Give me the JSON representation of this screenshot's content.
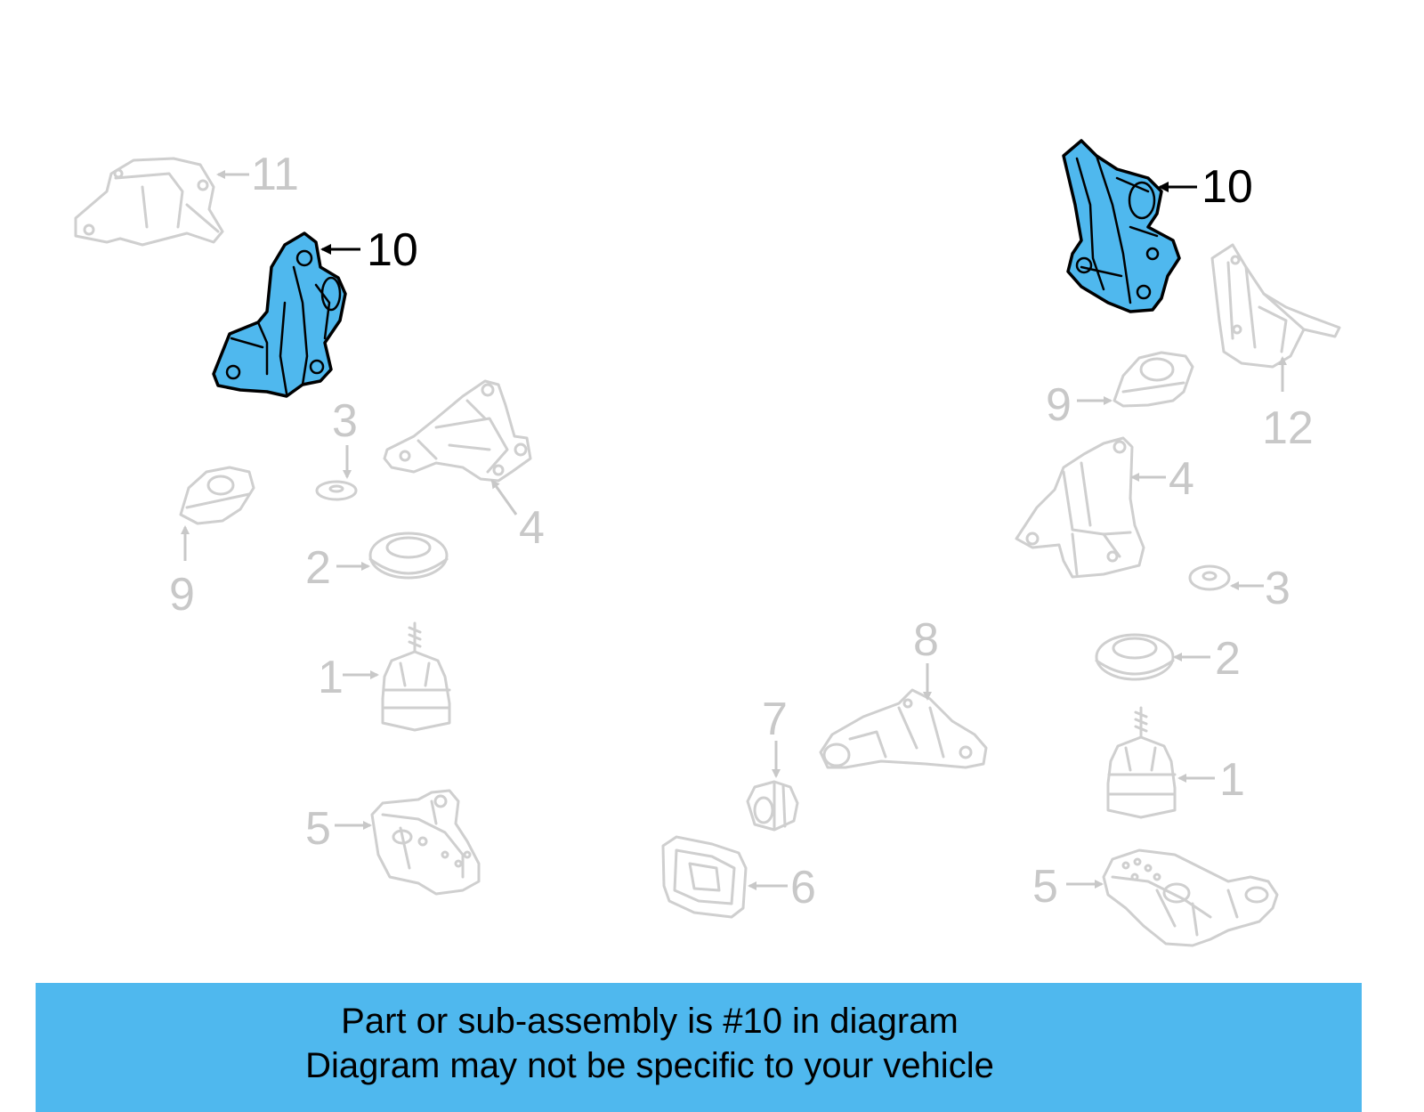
{
  "caption": {
    "line1": "Part or sub-assembly is #10 in diagram",
    "line2": "Diagram may not be specific to your vehicle"
  },
  "colors": {
    "highlight": "#4fb8ee",
    "caption_bg": "#4fb8ee",
    "ghost": "#cfcfcf"
  },
  "callouts": {
    "c10_left": "10",
    "c10_right": "10",
    "c11": "11",
    "c12": "12",
    "c3_left": "3",
    "c3_right": "3",
    "c4_left": "4",
    "c4_right": "4",
    "c9_left": "9",
    "c9_right": "9",
    "c2_left": "2",
    "c2_right": "2",
    "c1_left": "1",
    "c1_right": "1",
    "c5_left": "5",
    "c5_right": "5",
    "c6": "6",
    "c7": "7",
    "c8": "8"
  }
}
